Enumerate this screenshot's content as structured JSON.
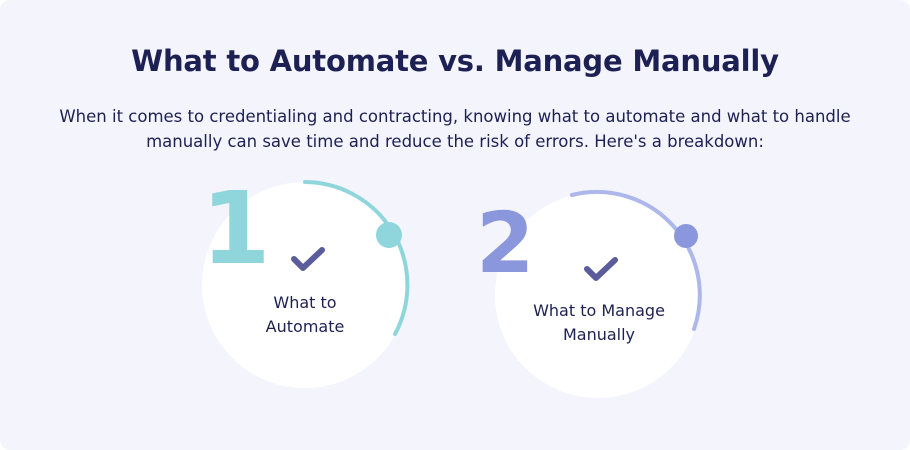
{
  "title": "What to Automate vs. Manage Manually",
  "description": "When it comes to credentialing and contracting, knowing what to automate and what to handle manually can save time and reduce the risk of errors. Here's a breakdown:",
  "steps": [
    {
      "number": "1",
      "label_line1": "What to",
      "label_line2": "Automate",
      "accent": "#8fd6dc"
    },
    {
      "number": "2",
      "label_line1": "What to Manage",
      "label_line2": "Manually",
      "accent": "#8b97dc"
    }
  ],
  "colors": {
    "background": "#f4f4fd",
    "text": "#1d2053",
    "check": "#5a5c9b",
    "circle": "#ffffff"
  },
  "icons": [
    "check-icon",
    "check-icon"
  ]
}
